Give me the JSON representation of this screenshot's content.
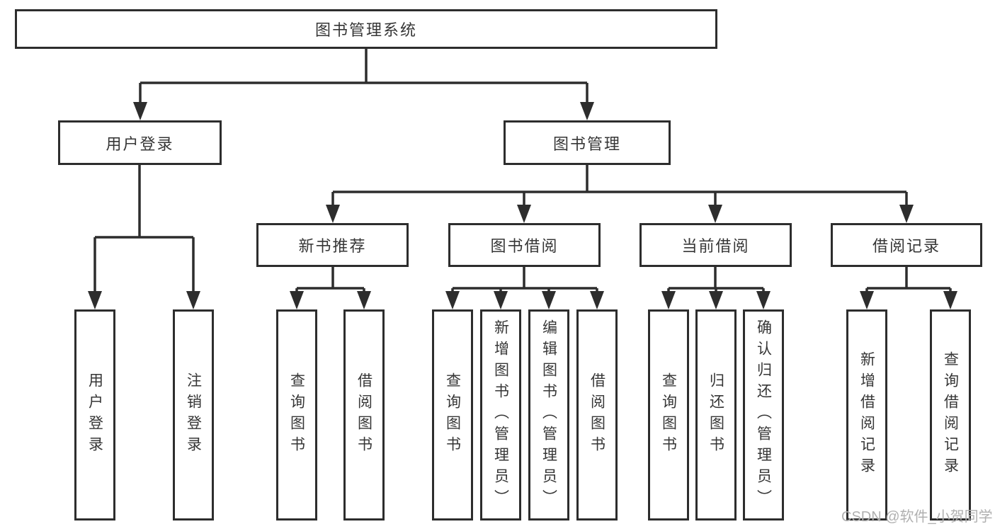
{
  "tree": {
    "root": {
      "label": "图书管理系统"
    },
    "branches": [
      {
        "label": "用户登录",
        "children": [
          {
            "label": "用户登录"
          },
          {
            "label": "注销登录"
          }
        ]
      },
      {
        "label": "图书管理",
        "sections": [
          {
            "label": "新书推荐",
            "children": [
              {
                "label": "查询图书"
              },
              {
                "label": "借阅图书"
              }
            ]
          },
          {
            "label": "图书借阅",
            "children": [
              {
                "label": "查询图书"
              },
              {
                "label": "新增图书（管理员）"
              },
              {
                "label": "编辑图书（管理员）"
              },
              {
                "label": "借阅图书"
              }
            ]
          },
          {
            "label": "当前借阅",
            "children": [
              {
                "label": "查询图书"
              },
              {
                "label": "归还图书"
              },
              {
                "label": "确认归还（管理员）"
              }
            ]
          },
          {
            "label": "借阅记录",
            "children": [
              {
                "label": "新增借阅记录"
              },
              {
                "label": "查询借阅记录"
              }
            ]
          }
        ]
      }
    ]
  },
  "watermark": {
    "text": "CSDN @软件_小贺同学"
  },
  "colors": {
    "line": "#2d2d2d",
    "text": "#363636",
    "background": "#ffffff",
    "watermark": "#b0b0b0"
  }
}
